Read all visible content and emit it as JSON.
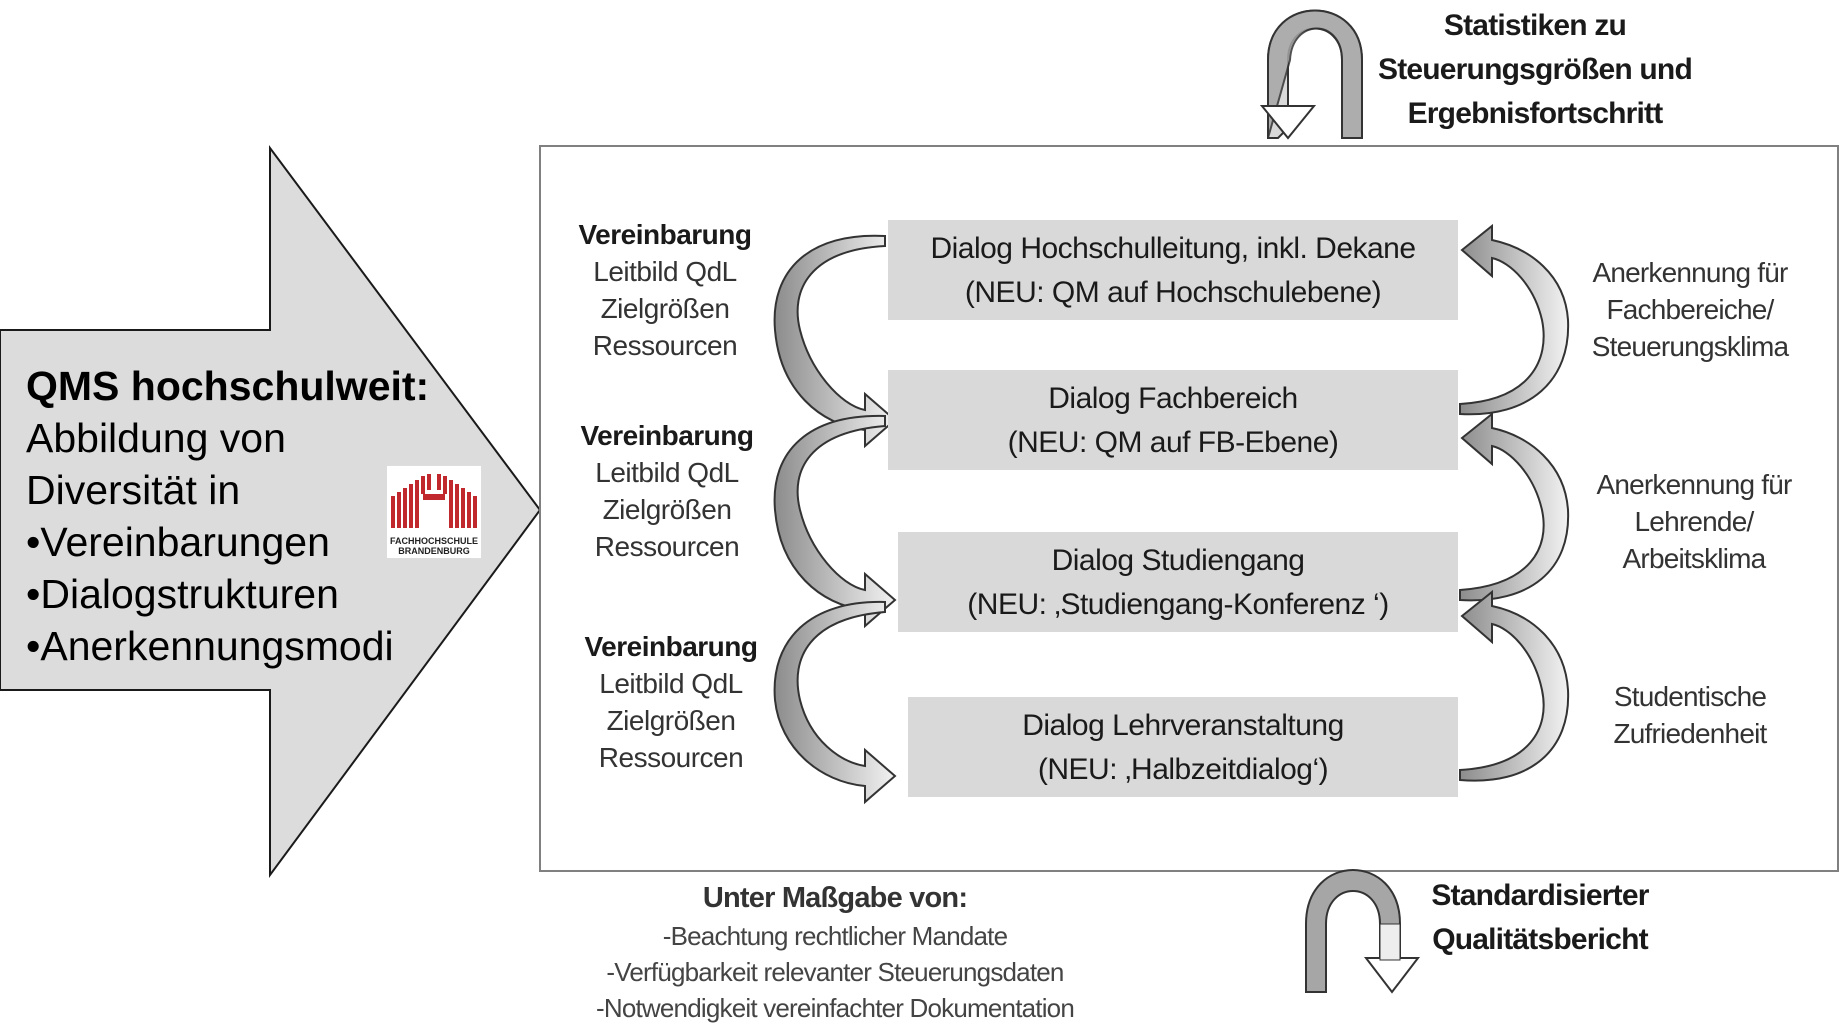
{
  "left_arrow": {
    "heading": "QMS hochschulweit:",
    "lines": [
      "Abbildung von",
      "Diversität in",
      "•Vereinbarungen",
      "•Dialogstrukturen",
      "•Anerkennungsmodi"
    ]
  },
  "logo": {
    "line1": "FACHHOCHSCHULE",
    "line2": "BRANDENBURG"
  },
  "top_label": {
    "line1": "Statistiken zu",
    "line2": "Steuerungsgrößen und",
    "line3": "Ergebnisfortschritt"
  },
  "bottom_label": {
    "line1": "Standardisierter",
    "line2": "Qualitätsbericht"
  },
  "dialogs": [
    {
      "title": "Dialog Hochschulleitung, inkl. Dekane",
      "sub": "(NEU: QM auf Hochschulebene)"
    },
    {
      "title": "Dialog Fachbereich",
      "sub": "(NEU: QM auf FB-Ebene)"
    },
    {
      "title": "Dialog Studiengang",
      "sub": "(NEU: ‚Studiengang-Konferenz ‘)"
    },
    {
      "title": "Dialog Lehrveranstaltung",
      "sub": "(NEU: ‚Halbzeitdialog‘)"
    }
  ],
  "agreements": [
    {
      "title": "Vereinbarung",
      "l1": "Leitbild QdL",
      "l2": "Zielgrößen",
      "l3": "Ressourcen"
    },
    {
      "title": "Vereinbarung",
      "l1": "Leitbild QdL",
      "l2": "Zielgrößen",
      "l3": "Ressourcen"
    },
    {
      "title": "Vereinbarung",
      "l1": "Leitbild QdL",
      "l2": "Zielgrößen",
      "l3": "Ressourcen"
    }
  ],
  "recognitions": [
    {
      "l1": "Anerkennung für",
      "l2": "Fachbereiche/",
      "l3": "Steuerungsklima"
    },
    {
      "l1": "Anerkennung für",
      "l2": "Lehrende/",
      "l3": "Arbeitsklima"
    },
    {
      "l1": "Studentische",
      "l2": "Zufriedenheit"
    }
  ],
  "conditions": {
    "heading": "Unter Maßgabe von:",
    "items": [
      "-Beachtung rechtlicher Mandate",
      "-Verfügbarkeit relevanter Steuerungsdaten",
      "-Notwendigkeit vereinfachter Dokumentation"
    ]
  },
  "colors": {
    "box_fill": "#d9d9d9",
    "arrow_fill": "#a6a6a6",
    "big_arrow_fill": "#dcdcdc"
  }
}
